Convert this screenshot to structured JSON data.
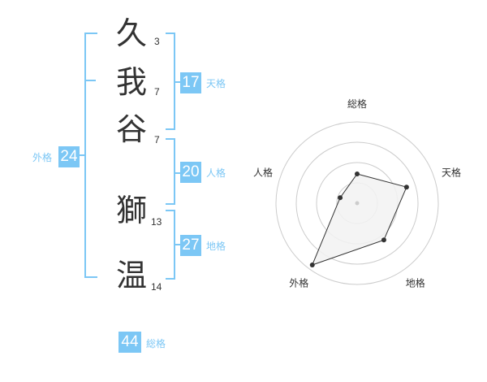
{
  "name_characters": [
    {
      "char": "久",
      "strokes": "3"
    },
    {
      "char": "我",
      "strokes": "7"
    },
    {
      "char": "谷",
      "strokes": "7"
    },
    {
      "char": "獅",
      "strokes": "13"
    },
    {
      "char": "温",
      "strokes": "14"
    }
  ],
  "fortunes": {
    "tenkaku": {
      "value": "17",
      "label": "天格"
    },
    "jinkaku": {
      "value": "20",
      "label": "人格"
    },
    "chikaku": {
      "value": "27",
      "label": "地格"
    },
    "gaikaku": {
      "value": "24",
      "label": "外格"
    },
    "soukaku": {
      "value": "44",
      "label": "総格"
    }
  },
  "chart_data": {
    "type": "radar",
    "axes": [
      "総格",
      "天格",
      "地格",
      "外格",
      "人格"
    ],
    "values": [
      0.36,
      0.64,
      0.56,
      0.94,
      0.22
    ],
    "scale_max": 1,
    "rings": 4,
    "colors": {
      "fill": "#f2f2f2",
      "line": "#333333",
      "grid": "#cccccc",
      "point": "#333333",
      "center": "#cccccc"
    }
  },
  "colors": {
    "accent": "#7cc7f5",
    "text": "#333333"
  }
}
